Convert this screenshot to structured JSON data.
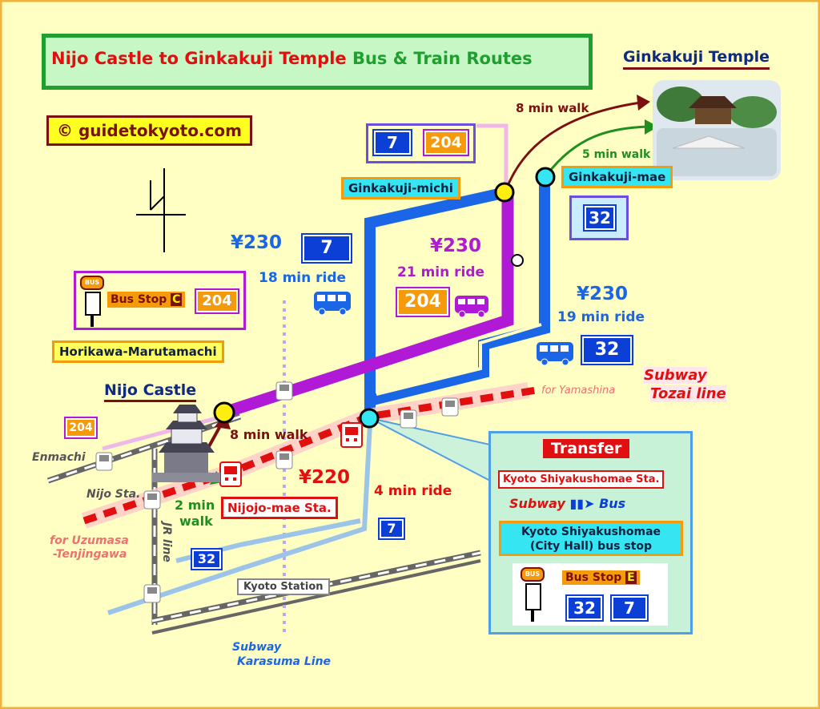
{
  "title": {
    "part1": "Nijo Castle to Ginkakuji Temple",
    "part2": "Bus & Train Routes"
  },
  "copyright": "© guidetokyoto.com",
  "ginkakuji_temple": "Ginkakuji Temple",
  "nijo_castle": "Nijo Castle",
  "walks": {
    "ginkakuji_michi_walk": "8 min walk",
    "ginkakuji_mae_walk": "5 min walk",
    "castle_walk": "8 min walk",
    "nijojo_walk_1": "2 min",
    "nijojo_walk_2": "walk"
  },
  "stops": {
    "ginkakuji_michi": "Ginkakuji-michi",
    "ginkakuji_mae": "Ginkakuji-mae",
    "horikawa": "Horikawa-Marutamachi",
    "nijojo_mae": "Nijojo-mae Sta.",
    "kyoto_station": "Kyoto Station",
    "nijo_sta": "Nijo Sta.",
    "enmachi": "Enmachi"
  },
  "routes": {
    "r7": {
      "number": "7",
      "fare": "¥230",
      "ride": "18 min ride"
    },
    "r204": {
      "number": "204",
      "fare": "¥230",
      "ride": "21 min ride"
    },
    "r32": {
      "number": "32",
      "fare": "¥230",
      "ride": "19 min ride"
    }
  },
  "bus_stop_c": {
    "label": "Bus Stop",
    "letter": "C",
    "route": "204"
  },
  "bus_sign": "BUS",
  "subway": {
    "tozai_1": "Subway",
    "tozai_2": "Tozai line",
    "for_yamashina": "for Yamashina",
    "for_uzumasa_1": "for Uzumasa",
    "for_uzumasa_2": "-Tenjingawa",
    "karasuma_1": "Subway",
    "karasuma_2": "Karasuma Line",
    "jr_line": "JR line",
    "fare": "¥220",
    "ride": "4 min ride"
  },
  "transfer": {
    "title": "Transfer",
    "station": "Kyoto Shiyakushomae Sta.",
    "from": "Subway",
    "to": "Bus",
    "stop_1": "Kyoto Shiyakushomae",
    "stop_2": "(City Hall) bus stop",
    "bus_stop_label": "Bus Stop",
    "bus_stop_letter": "E",
    "routes": [
      "32",
      "7"
    ]
  },
  "route_badges_left": {
    "r204": "204",
    "r7": "7",
    "r32": "32"
  },
  "colors": {
    "route7": "#1a66e6",
    "route204": "#b01ad6",
    "subway": "#e01010",
    "background": "#ffffc4"
  }
}
